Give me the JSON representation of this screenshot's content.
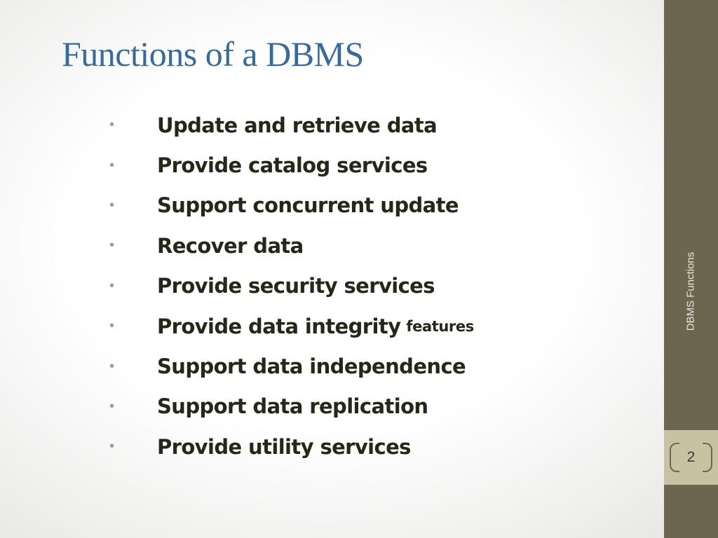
{
  "slide": {
    "title": "Functions of a DBMS",
    "bullet_glyph": "•",
    "bullets": [
      {
        "text": "Update and retrieve data",
        "suffix": ""
      },
      {
        "text": "Provide catalog services",
        "suffix": ""
      },
      {
        "text": "Support concurrent update",
        "suffix": ""
      },
      {
        "text": "Recover data",
        "suffix": ""
      },
      {
        "text": "Provide security services",
        "suffix": ""
      },
      {
        "text": "Provide data integrity",
        "suffix": "features"
      },
      {
        "text": "Support data independence",
        "suffix": ""
      },
      {
        "text": "Support data replication",
        "suffix": ""
      },
      {
        "text": "Provide utility services",
        "suffix": ""
      }
    ]
  },
  "sidebar": {
    "footer_text": "DBMS Functions",
    "page_number": "2"
  },
  "colors": {
    "title": "#3a6a9a",
    "sidebar": "#6c6651",
    "page_band": "#c7c3a2",
    "bullet": "#9a9f86",
    "text": "#262619"
  }
}
